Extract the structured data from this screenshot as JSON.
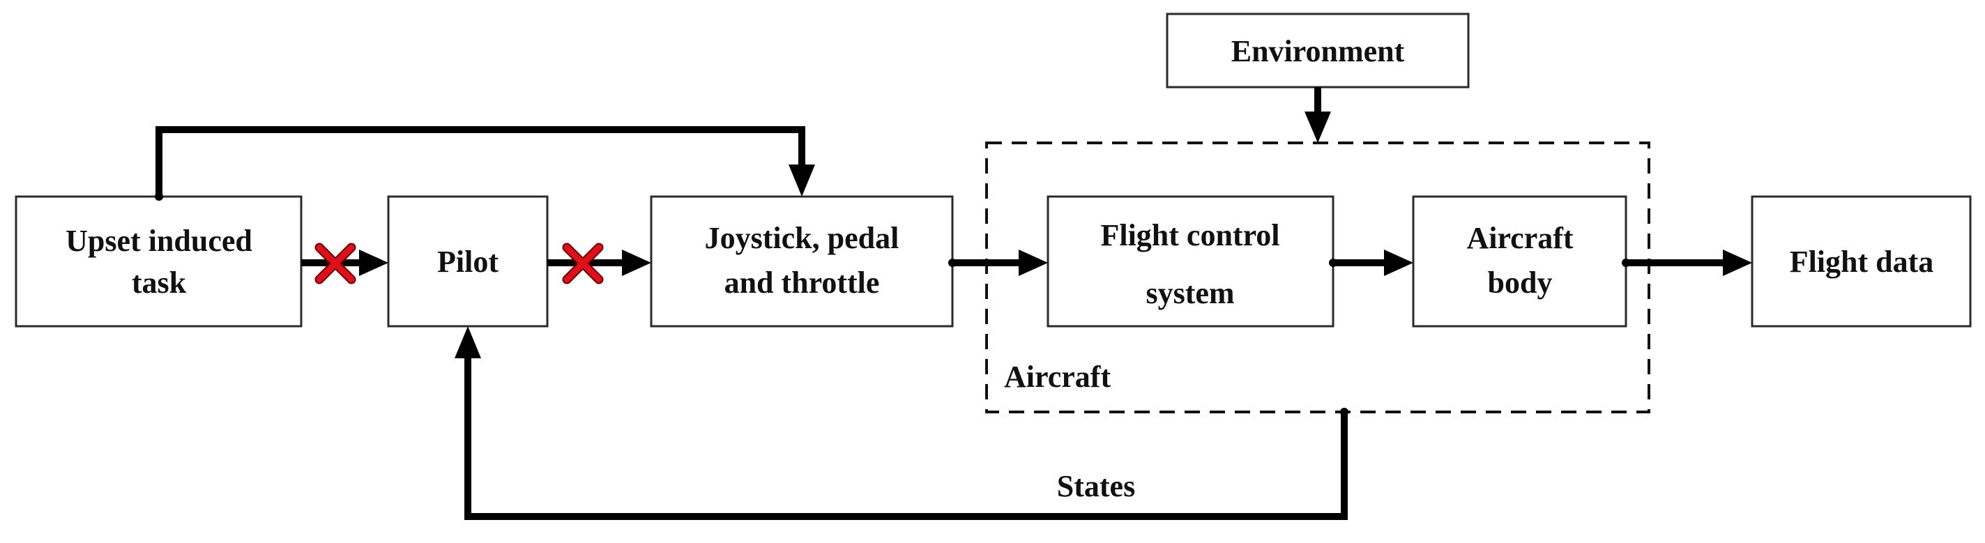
{
  "diagram": {
    "blocks": {
      "upset": {
        "lines": [
          "Upset induced",
          "task"
        ]
      },
      "pilot": {
        "lines": [
          "Pilot"
        ]
      },
      "joystick": {
        "lines": [
          "Joystick, pedal",
          "and throttle"
        ]
      },
      "fcs": {
        "lines": [
          "Flight control",
          "system"
        ]
      },
      "body": {
        "lines": [
          "Aircraft",
          "body"
        ]
      },
      "flight_data": {
        "lines": [
          "Flight data"
        ]
      },
      "environment": {
        "lines": [
          "Environment"
        ]
      }
    },
    "group_label": "Aircraft",
    "feedback_label": "States",
    "colors": {
      "line": "#000000",
      "box_border": "#2b2b2b",
      "blocked_marker": "#e0101a"
    },
    "blocked_marker_icon": "red-x-icon"
  }
}
